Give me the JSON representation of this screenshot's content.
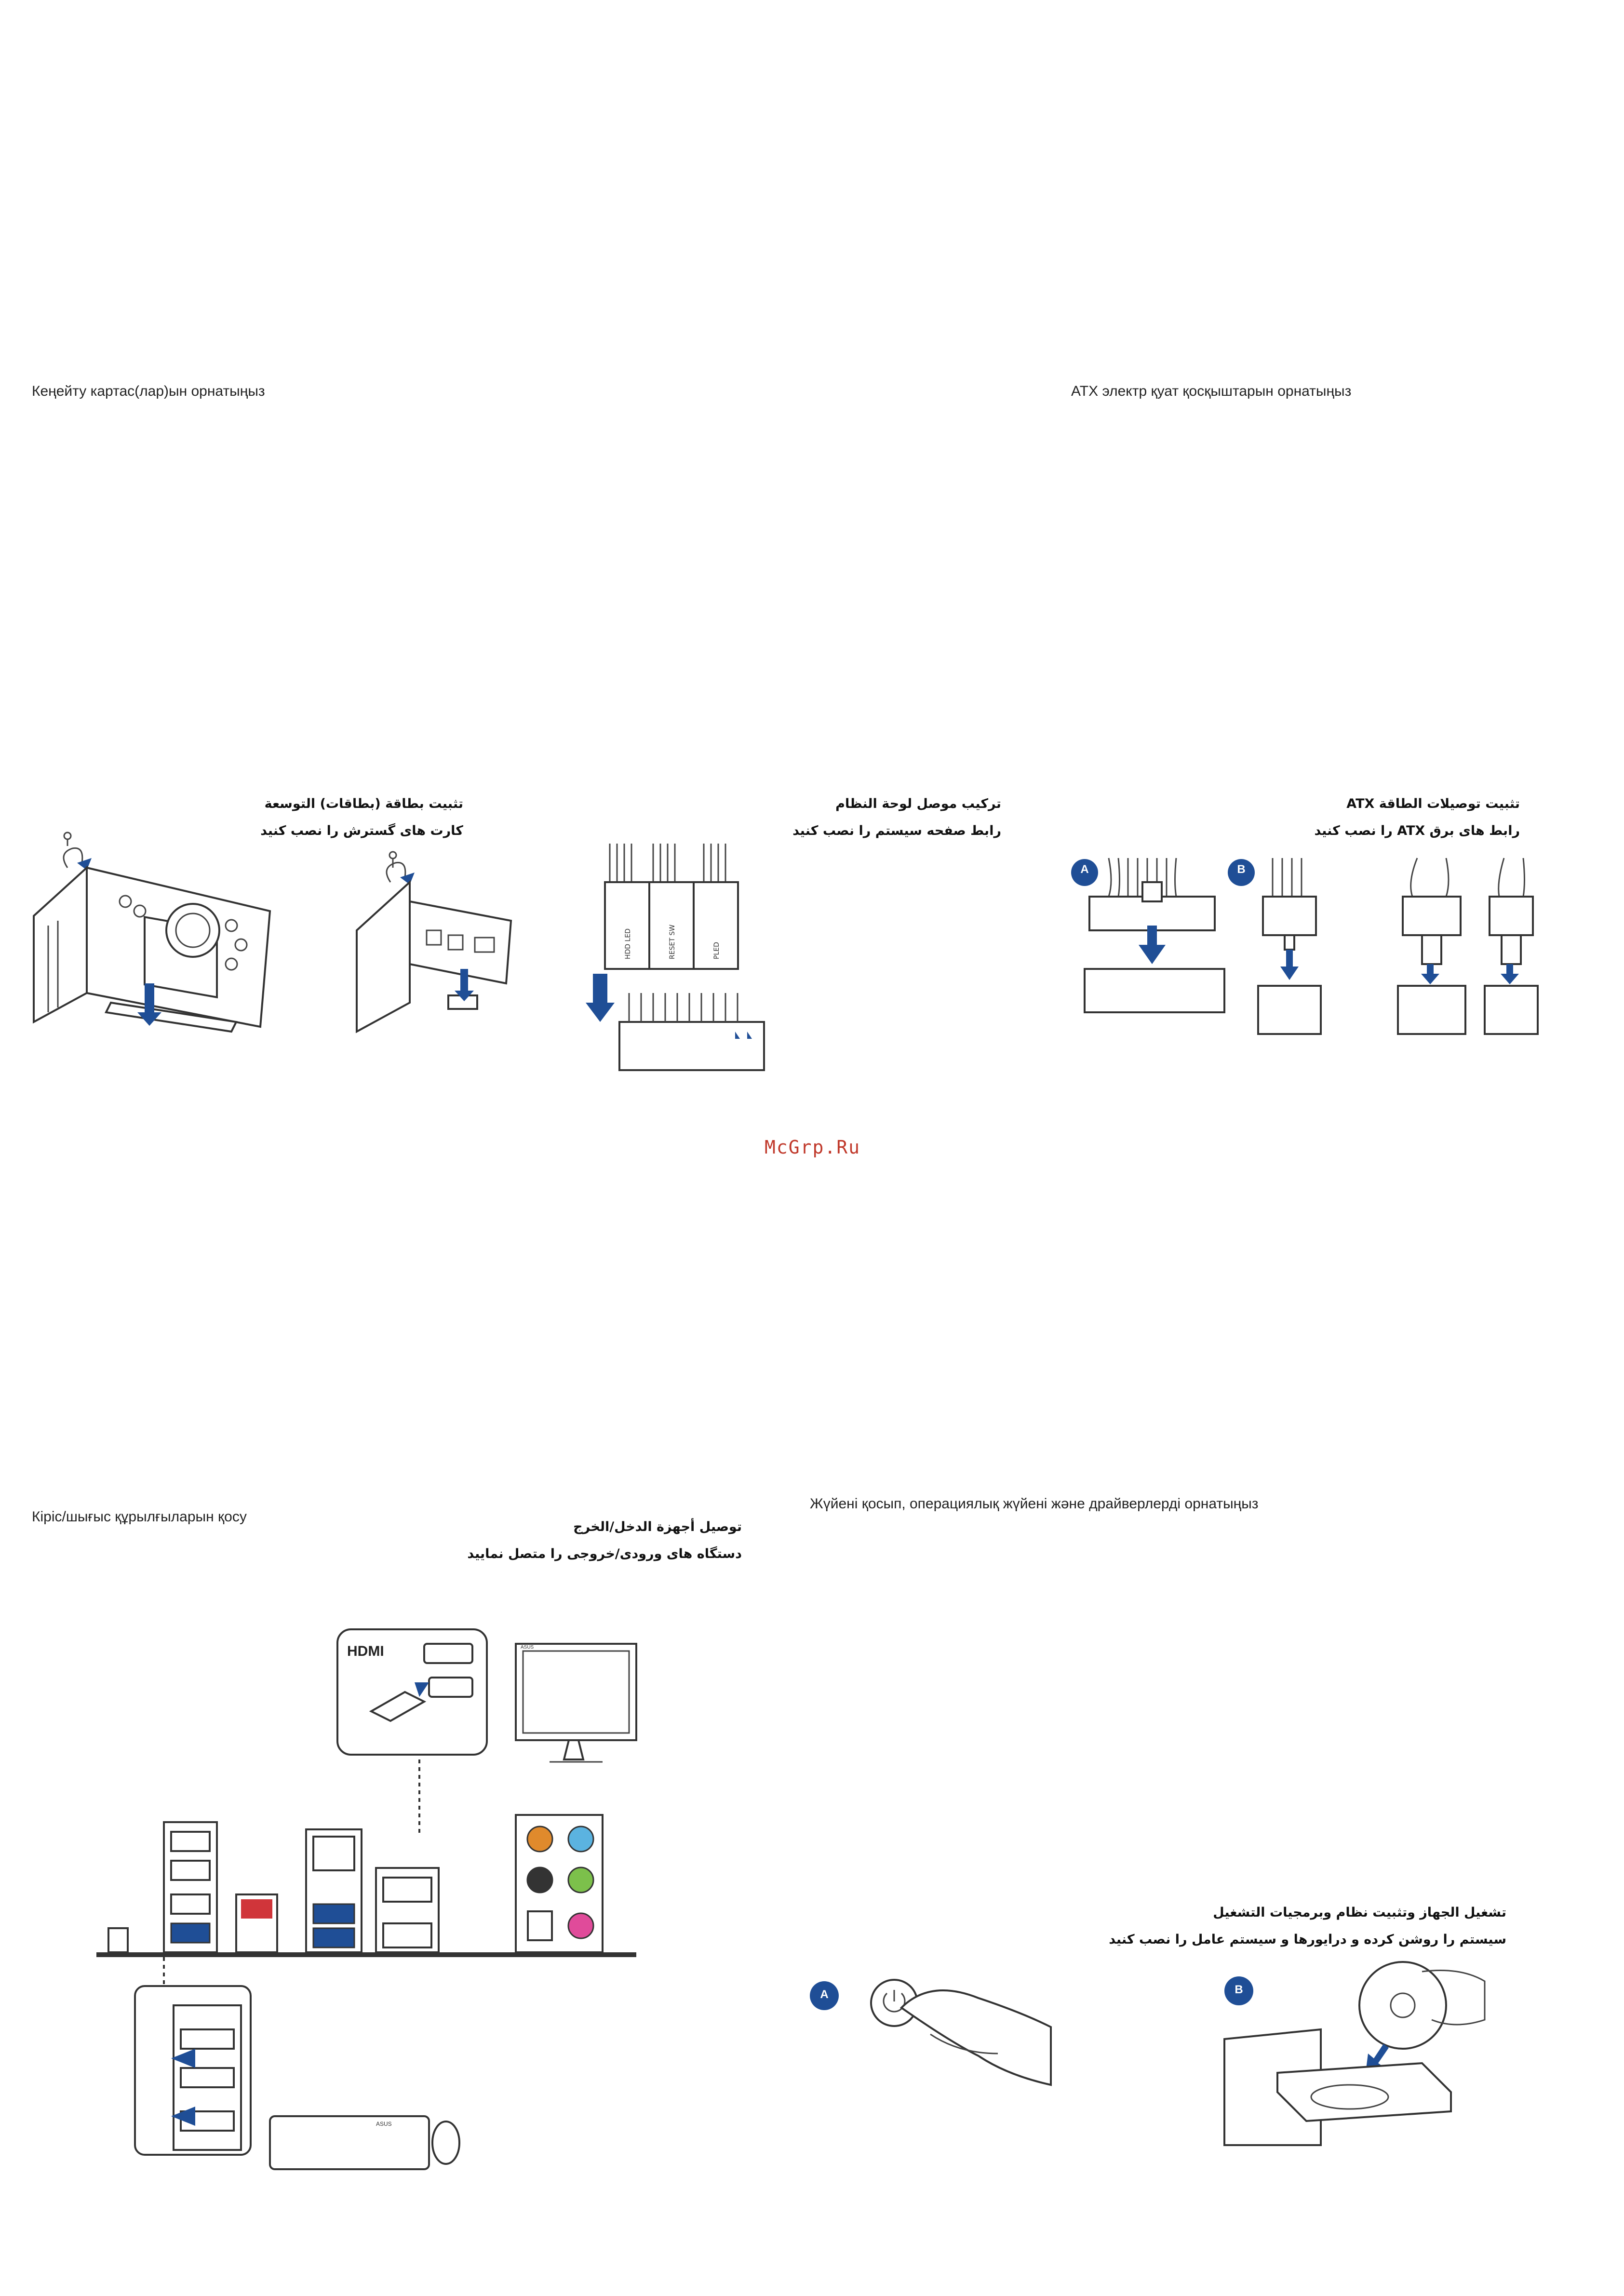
{
  "sections": {
    "expansion": {
      "title_kk": "Кеңейту картас(лар)ын орнатыңыз",
      "ar_line1": "تثبيت بطاقة (بطاقات) التوسعة",
      "ar_line2": "کارت های گسترش را نصب کنید"
    },
    "system_panel": {
      "ar_line1": "تركيب موصل لوحة النظام",
      "ar_line2": "رابط صفحه سیستم را نصب کنید",
      "labels": [
        "HDD LED",
        "RESET SW",
        "PLED"
      ]
    },
    "atx_power": {
      "title_kk": "ATX электр қуат қосқыштарын орнатыңыз",
      "ar_line1": "تثبيت توصيلات الطاقة ATX",
      "ar_line2": "رابط های برق ATX را نصب کنید",
      "step_a": "A",
      "step_b": "B"
    },
    "io": {
      "title_kk": "Кіріс/шығыс құрылғыларын қосу",
      "ar_line1": "توصيل أجهزة الدخل/الخرج",
      "ar_line2": "دستگاه های ورودی/خروجی را متصل نمایید",
      "hdmi_logo": "HDMI",
      "monitor_brand": "ASUS",
      "keyboard_brand": "ASUS"
    },
    "power_on": {
      "title_kk": "Жүйені қосып, операциялық жүйені және драйверлерді орнатыңыз",
      "ar_line1": "تشغيل الجهاز وتثبيت نظام وبرمجيات التشغيل",
      "ar_line2": "سیستم را روشن کرده و درایورها و سیستم عامل را نصب کنید",
      "step_a": "A",
      "step_b": "B"
    }
  },
  "watermark": "McGrp.Ru",
  "colors": {
    "accent_blue": "#1f4e96",
    "watermark_red": "#c0392b"
  }
}
